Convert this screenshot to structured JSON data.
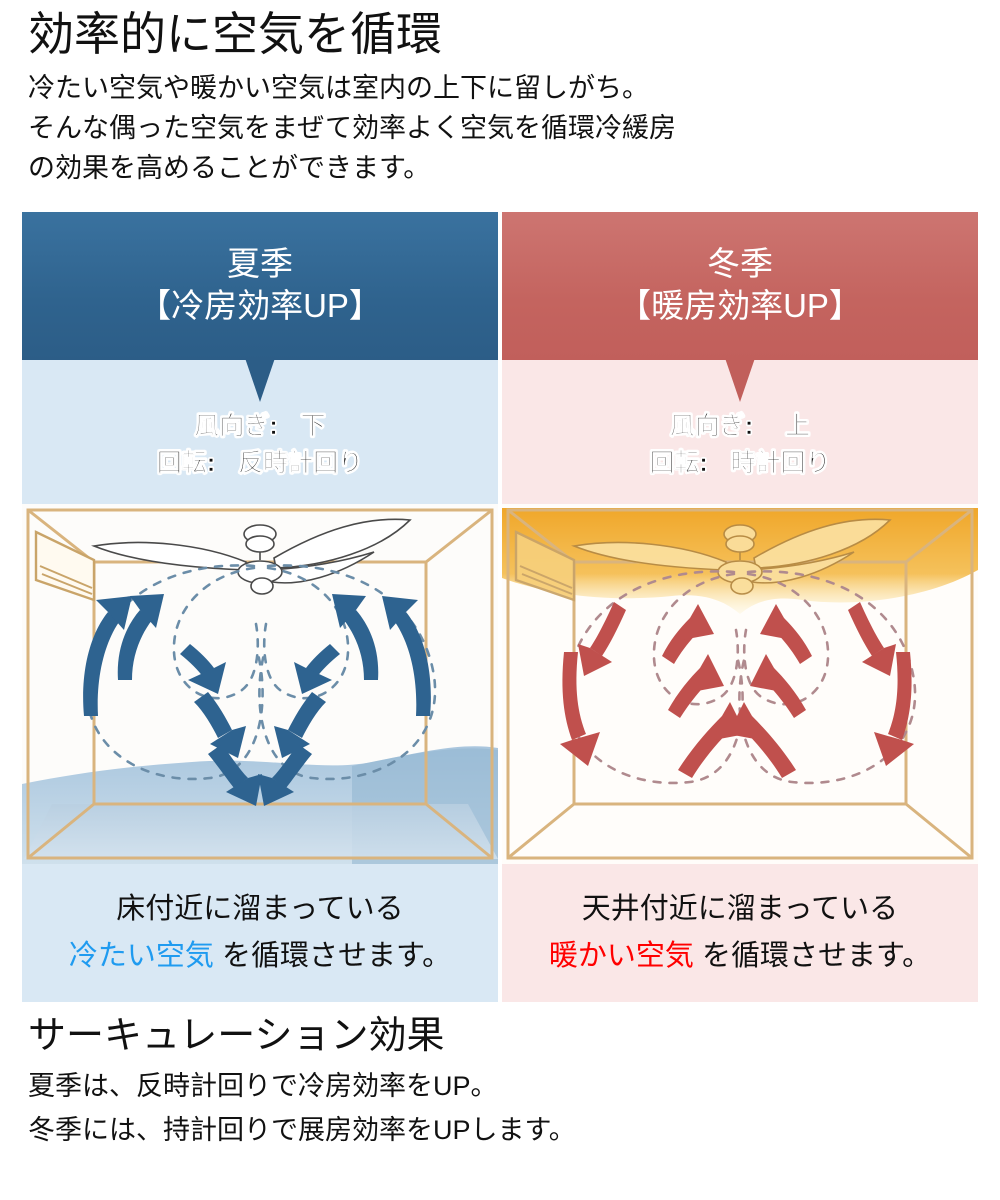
{
  "header": {
    "title": "効率的に空気を循環",
    "lines": [
      "冷たい空気や暖かい空気は室内の上下に留しがち。",
      "そんな偶った空気をまぜて効率よく空気を循環冷緩房",
      "の効果を高めることができます。"
    ]
  },
  "panels": {
    "summer": {
      "band_title": "夏季",
      "band_subtitle": "【冷房効率UP】",
      "wind_label": "風向ぎ:",
      "wind_value": "下",
      "rotation_label": "回転:",
      "rotation_value": "反時計回り",
      "caption_line1": "床付近に溜まっている",
      "caption_highlight": "冷たい空気",
      "caption_line2_tail": " を循環させます。",
      "band_color": "#2c5d87",
      "tint_color": "#d9e8f4",
      "arrow_color": "#2e6390",
      "air_layer": "floor-cool-air"
    },
    "winter": {
      "band_title": "冬季",
      "band_subtitle": "【暖房効率UP】",
      "wind_label": "風向ぎ:",
      "wind_value": "上",
      "rotation_label": "回転:",
      "rotation_value": "時計回り",
      "caption_line1": "天井付近に溜まっている",
      "caption_highlight": "暖かい空気",
      "caption_line2_tail": " を循環させます。",
      "band_color": "#c15f5b",
      "tint_color": "#fae7e7",
      "arrow_color": "#c0504d",
      "air_layer": "ceiling-warm-air"
    }
  },
  "footer": {
    "title": "サーキュレーション効果",
    "lines": [
      "夏季は、反時計回りで冷房効率をUP。",
      "冬季には、持計回りで展房効率をUPします。"
    ]
  }
}
